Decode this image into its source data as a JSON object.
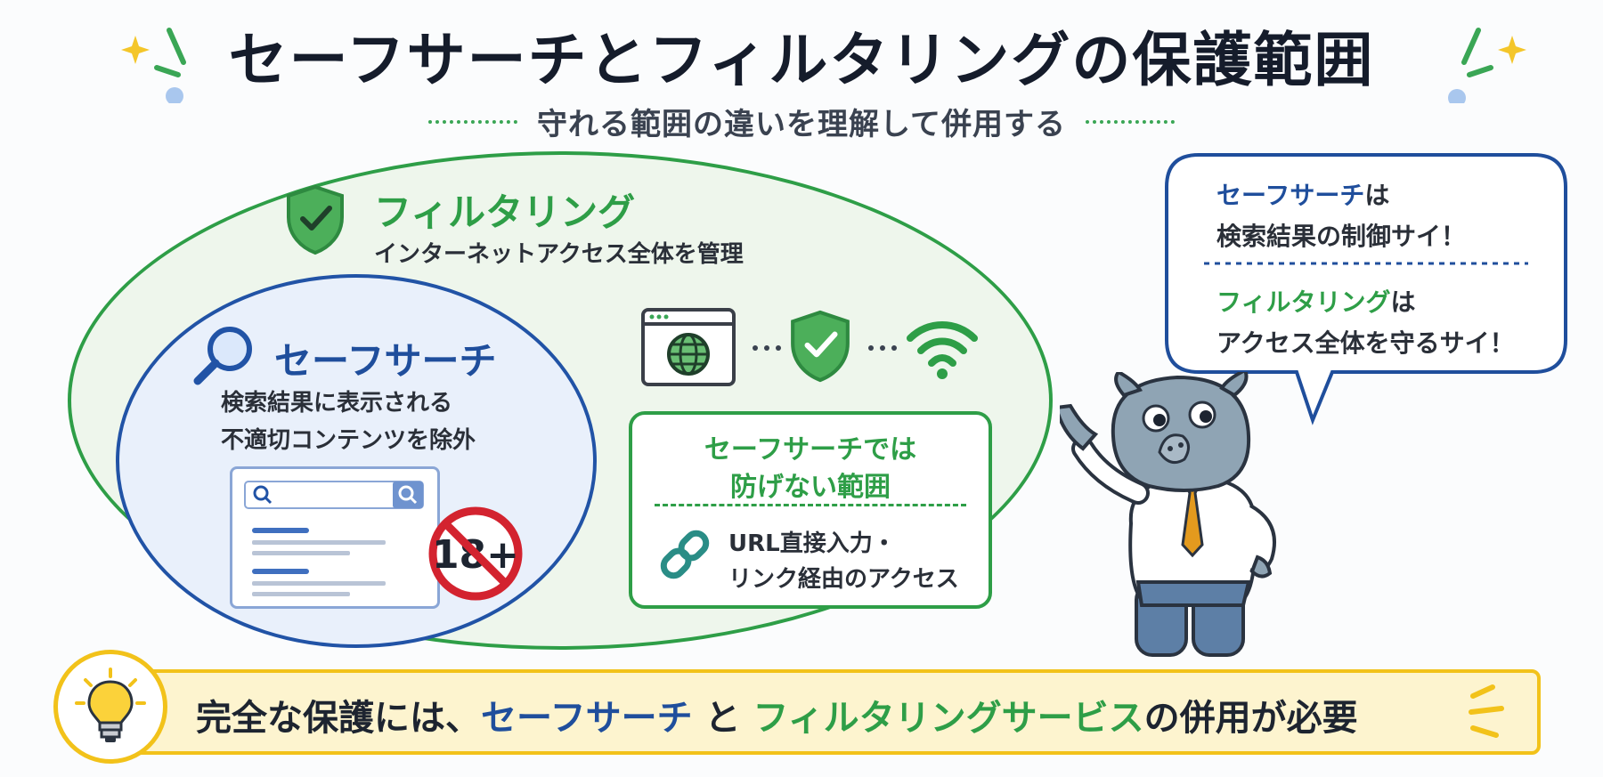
{
  "title": "セーフサーチとフィルタリングの保護範囲",
  "subtitle": "守れる範囲の違いを理解して併用する",
  "filtering": {
    "title": "フィルタリング",
    "description": "インターネットアクセス全体を管理"
  },
  "safesearch": {
    "title": "セーフサーチ",
    "description_line1": "検索結果に表示される",
    "description_line2": "不適切コンテンツを除外",
    "blocked_label": "18+"
  },
  "gap_box": {
    "title_line1": "セーフサーチでは",
    "title_line2": "防げない範囲",
    "desc_line1": "URL直接入力・",
    "desc_line2": "リンク経由のアクセス"
  },
  "speech_bubble": {
    "line1_highlight": "セーフサーチ",
    "line1_suffix": "は",
    "line2": "検索結果の制御サイ！",
    "line3_highlight": "フィルタリング",
    "line3_suffix": "は",
    "line4": "アクセス全体を守るサイ！"
  },
  "banner": {
    "prefix": "完全な保護には、",
    "highlight1": "セーフサーチ",
    "connector": " と ",
    "highlight2": "フィルタリングサービス",
    "suffix": "の併用が必要"
  },
  "colors": {
    "green": "#2e9e47",
    "blue": "#1f4e9c",
    "yellow": "#f2c21a"
  },
  "icons": [
    "shield-check-icon",
    "magnifier-icon",
    "browser-globe-icon",
    "wifi-icon",
    "link-icon",
    "no-18-icon",
    "lightbulb-icon",
    "sparkle-icon"
  ]
}
